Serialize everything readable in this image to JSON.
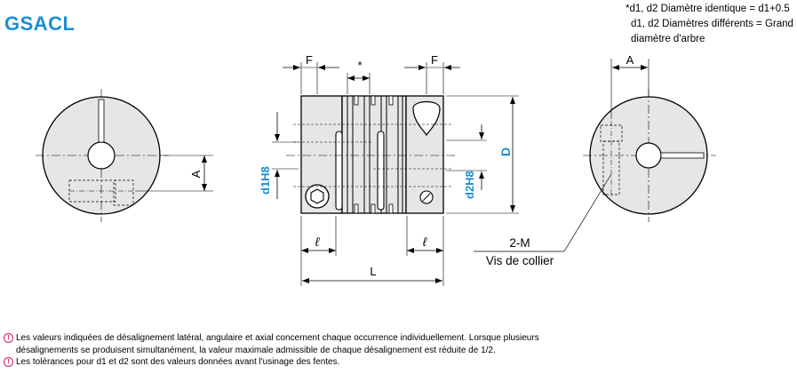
{
  "title": "GSACL",
  "top_notes": [
    "*d1, d2 Diamètre identique = d1+0.5",
    "d1, d2 Diamètres différents = Grand",
    "diamètre d'arbre"
  ],
  "labels": {
    "F": "F",
    "star": "*",
    "A": "A",
    "D": "D",
    "d1": "d1H8",
    "d2": "d2H8",
    "ell": "ℓ",
    "L": "L",
    "screw_count": "2-M",
    "screw_name": "Vis de collier"
  },
  "notes": {
    "n1_line1": "Les valeurs indiquées de désalignement latéral, angulaire et axial concernent chaque occurrence individuellement. Lorsque plusieurs",
    "n1_line2": "désalignements se produisent simultanément, la valeur maximale admissible de chaque désalignement est réduite de 1/2.",
    "n2": "Les tolérances pour d1 et d2 sont des valeurs données avant l'usinage des fentes."
  },
  "colors": {
    "title": "#1a8fd6",
    "dimension_blue": "#1a8fd6",
    "body_fill": "#e6e6e6",
    "line": "#000000",
    "note_icon": "#d2146e"
  }
}
